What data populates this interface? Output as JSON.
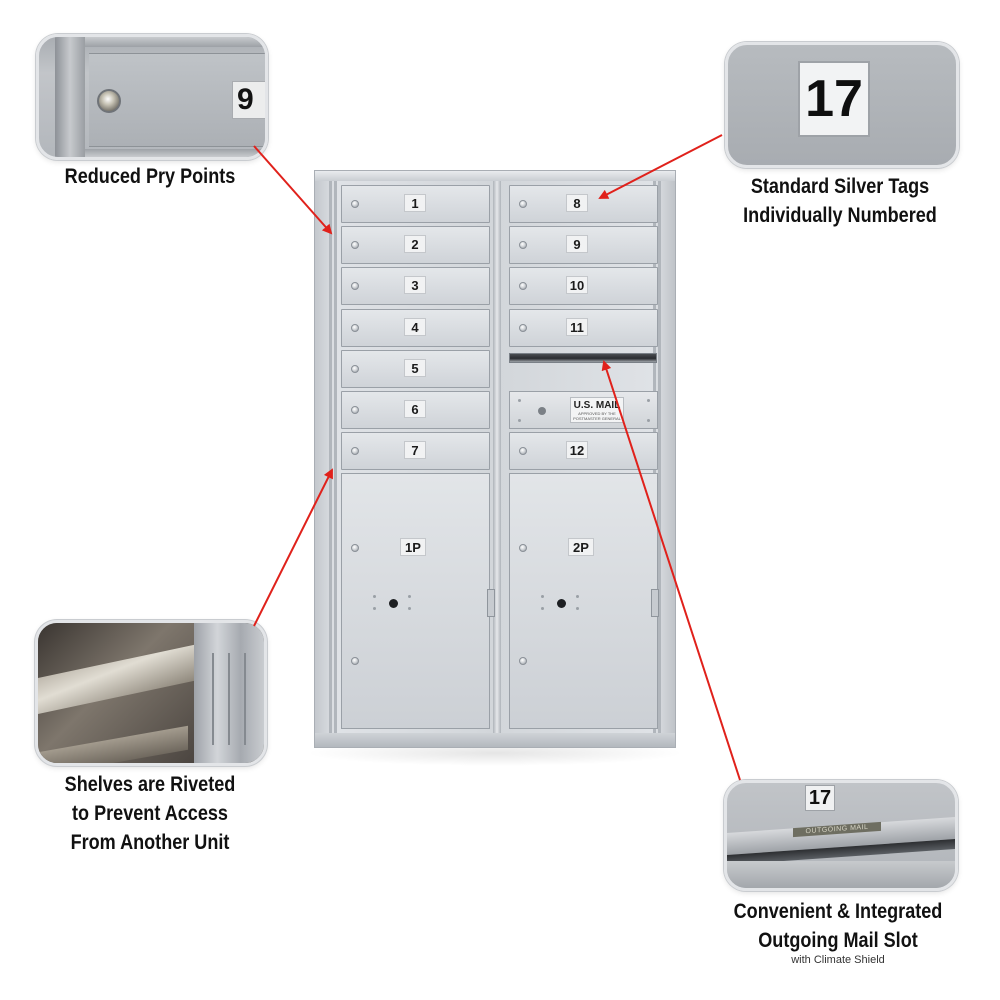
{
  "callouts": {
    "pry_points": {
      "caption": "Reduced Pry Points",
      "tag_number": "9"
    },
    "silver_tags": {
      "caption_line1": "Standard Silver Tags",
      "caption_line2": "Individually Numbered",
      "tag_number": "17"
    },
    "shelves": {
      "caption_line1": "Shelves are Riveted",
      "caption_line2": "to Prevent Access",
      "caption_line3": "From Another Unit"
    },
    "mail_slot": {
      "caption_line1": "Convenient & Integrated",
      "caption_line2": "Outgoing Mail Slot",
      "subcaption": "with Climate Shield",
      "tag_number": "17",
      "slot_label": "OUTGOING MAIL"
    }
  },
  "mailbox": {
    "left_doors": [
      "1",
      "2",
      "3",
      "4",
      "5",
      "6",
      "7"
    ],
    "right_doors_top": [
      "8",
      "9",
      "10",
      "11"
    ],
    "right_door_bottom": "12",
    "usmail_label": "U.S. MAIL",
    "usmail_sublabel_line1": "APPROVED BY THE",
    "usmail_sublabel_line2": "POSTMASTER GENERAL",
    "parcel_left": "1P",
    "parcel_right": "2P"
  },
  "colors": {
    "arrow": "#e0211b",
    "unit_silver": "#d2d6da"
  }
}
